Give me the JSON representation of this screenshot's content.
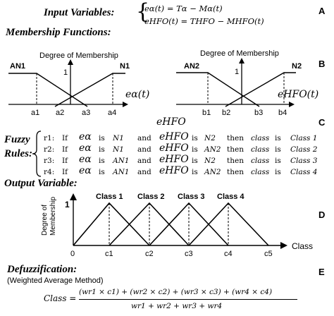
{
  "panels": {
    "A": "A",
    "B": "B",
    "C": "C",
    "D": "D",
    "E": "E"
  },
  "input_section": {
    "title": "Input Variables:",
    "eq1": "eα(t) = Tα − Mα(t)",
    "eq2": "eHFO(t) = THFO − MHFO(t)"
  },
  "membership_section": {
    "title": "Membership Functions:",
    "left": {
      "axis_title": "Degree of Membership",
      "one_label": "1",
      "set_left": "AN1",
      "set_right": "N1",
      "xvar": "eα(t)",
      "ticks": [
        "a1",
        "a2",
        "a3",
        "a4"
      ]
    },
    "right": {
      "axis_title": "Degree of Membership",
      "one_label": "1",
      "set_left": "AN2",
      "set_right": "N2",
      "xvar": "eHFO(t)",
      "ticks": [
        "b1",
        "b2",
        "b3",
        "b4"
      ]
    },
    "below_label": "eHFO"
  },
  "rules_section": {
    "title_line1": "Fuzzy",
    "title_line2": "Rules:",
    "rows": [
      {
        "id": "r1:",
        "if": "If",
        "var1": "eα",
        "is1": "is",
        "val1": "N1",
        "and": "and",
        "var2": "eHFO",
        "is2": "is",
        "val2": "N2",
        "then": "then",
        "cls": "class",
        "is3": "is",
        "out": "Class 1"
      },
      {
        "id": "r2:",
        "if": "If",
        "var1": "eα",
        "is1": "is",
        "val1": "N1",
        "and": "and",
        "var2": "eHFO",
        "is2": "is",
        "val2": "AN2",
        "then": "then",
        "cls": "class",
        "is3": "is",
        "out": "Class 2"
      },
      {
        "id": "r3:",
        "if": "If",
        "var1": "eα",
        "is1": "is",
        "val1": "AN1",
        "and": "and",
        "var2": "eHFO",
        "is2": "is",
        "val2": "N2",
        "then": "then",
        "cls": "class",
        "is3": "is",
        "out": "Class 3"
      },
      {
        "id": "r4:",
        "if": "If",
        "var1": "eα",
        "is1": "is",
        "val1": "AN1",
        "and": "and",
        "var2": "eHFO",
        "is2": "is",
        "val2": "AN2",
        "then": "then",
        "cls": "class",
        "is3": "is",
        "out": "Class 4"
      }
    ]
  },
  "output_section": {
    "title": "Output Variable:",
    "ylabel_line1": "Degree of",
    "ylabel_line2": "Membership",
    "one_label": "1",
    "classes": [
      "Class 1",
      "Class 2",
      "Class 3",
      "Class 4"
    ],
    "ticks": [
      "0",
      "c1",
      "c2",
      "c3",
      "c4",
      "c5"
    ],
    "xlabel": "Class"
  },
  "defuzz_section": {
    "title": "Defuzzification:",
    "subtitle": "(Weighted Average Method)",
    "lhs": "Class =",
    "numerator": "(wr1 × c1) + (wr2 × c2) + (wr3 × c3) + (wr4 × c4)",
    "denominator": "wr1 + wr2 + wr3 + wr4"
  }
}
